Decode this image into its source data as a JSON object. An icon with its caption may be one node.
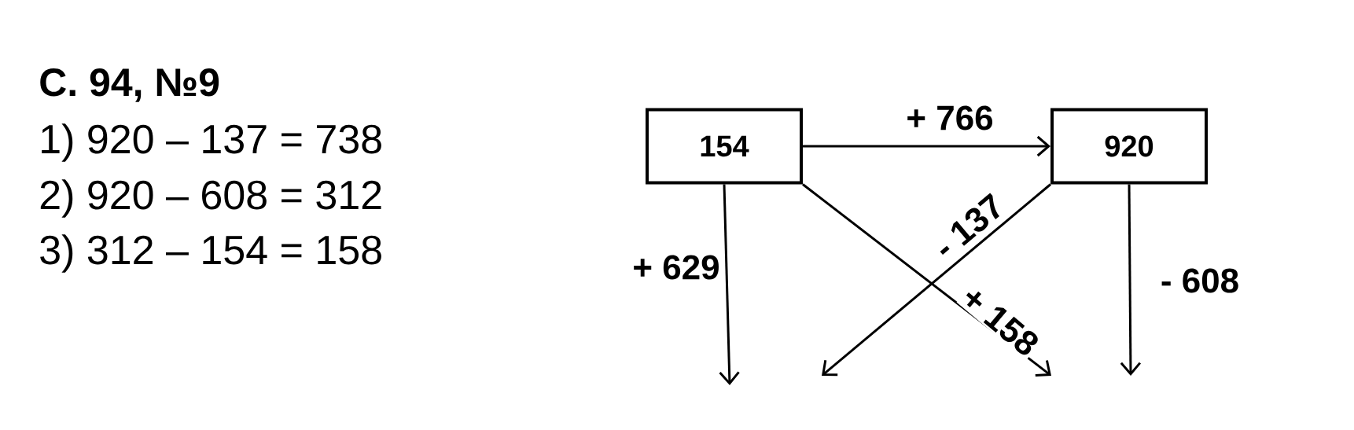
{
  "diagram": {
    "title": "С. 94, №9",
    "nodes": [
      {
        "text": [
          "154"
        ]
      },
      {
        "text": [
          "920"
        ]
      }
    ],
    "edges": [
      {
        "from": 0,
        "to": 1,
        "arrow": "to",
        "label": "+ 766"
      },
      {
        "from": 0,
        "to": null,
        "arrow": "to",
        "label": "+ 629"
      },
      {
        "from": 0,
        "to": null,
        "arrow": "to",
        "label": "+ 158"
      },
      {
        "from": 1,
        "to": null,
        "arrow": "to",
        "label": "- 137"
      },
      {
        "from": 1,
        "to": null,
        "arrow": "to",
        "label": "- 608"
      }
    ],
    "labels": [
      "1) 920 – 137 = 738",
      "2) 920 – 608 = 312",
      "3) 312 – 154 = 158"
    ]
  }
}
